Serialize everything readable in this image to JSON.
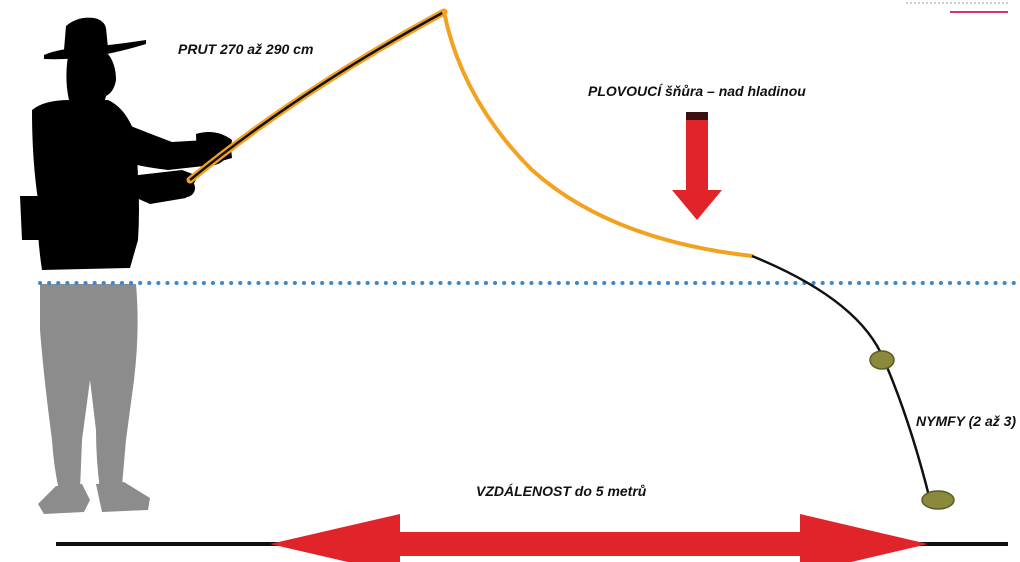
{
  "labels": {
    "rod": "PRUT 270 až 290 cm",
    "floating_line": "PLOVOUCÍ šňůra – nad hladinou",
    "nymphs": "NYMFY (2 až 3)",
    "distance": "VZDÁLENOST do 5 metrů"
  },
  "colors": {
    "background": "#ffffff",
    "angler_above_water": "#000000",
    "angler_below_water": "#8c8c8c",
    "rod_line": "#f2a21f",
    "leader": "#111111",
    "water_surface_dots": "#3f87c6",
    "arrows": "#e0242a",
    "nymph": "#8b8a3c",
    "ground": "#111111",
    "corner_accent": "#d6336c"
  },
  "icons": {
    "angler": "angler-silhouette-icon",
    "down_arrow": "down-arrow-icon",
    "distance_arrow": "double-headed-arrow-icon",
    "nymph": "nymph-fly-icon"
  }
}
